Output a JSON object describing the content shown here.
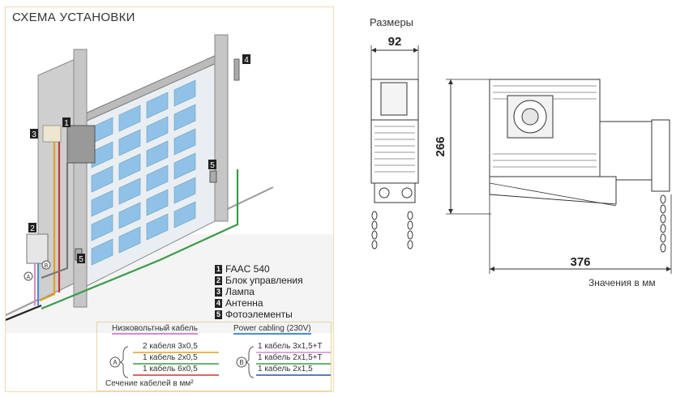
{
  "installation": {
    "title": "СХЕМА УСТАНОВКИ",
    "marker_numbers": [
      "1",
      "2",
      "3",
      "4",
      "5",
      "5"
    ],
    "circle_labels": [
      "A",
      "B"
    ],
    "legend": [
      {
        "num": "1",
        "text": "FAAC 540"
      },
      {
        "num": "2",
        "text": "Блок управления"
      },
      {
        "num": "3",
        "text": "Лампа"
      },
      {
        "num": "4",
        "text": "Антенна"
      },
      {
        "num": "5",
        "text": "Фотоэлементы"
      }
    ],
    "cables": {
      "low_voltage_header": "Низковольтный кабель",
      "power_header": "Power cabling (230V)",
      "group_a_label": "A",
      "group_b_label": "B",
      "low_voltage_rows": [
        "2 кабеля 3x0,5",
        "1 кабель 2x0,5",
        "1 кабель 6x0,5"
      ],
      "power_rows": [
        "1 кабель 3x1,5+T",
        "1 кабель 2x1,5+T",
        "1 кабель 2x1,5"
      ],
      "footnote": "Сечение кабелей в мм²"
    },
    "colors": {
      "low_voltage": "#d48ccf",
      "power": "#4a8fd4",
      "row_colors_a": [
        "#e0a020",
        "#3c9a4a",
        "#c23a3a"
      ],
      "row_colors_b": [
        "#d48ccf",
        "#3c9a4a",
        "#2a4fa8"
      ]
    }
  },
  "dimensions": {
    "title": "Размеры",
    "width_value": "92",
    "height_value": "266",
    "length_value": "376",
    "units_note": "Значения в мм"
  }
}
